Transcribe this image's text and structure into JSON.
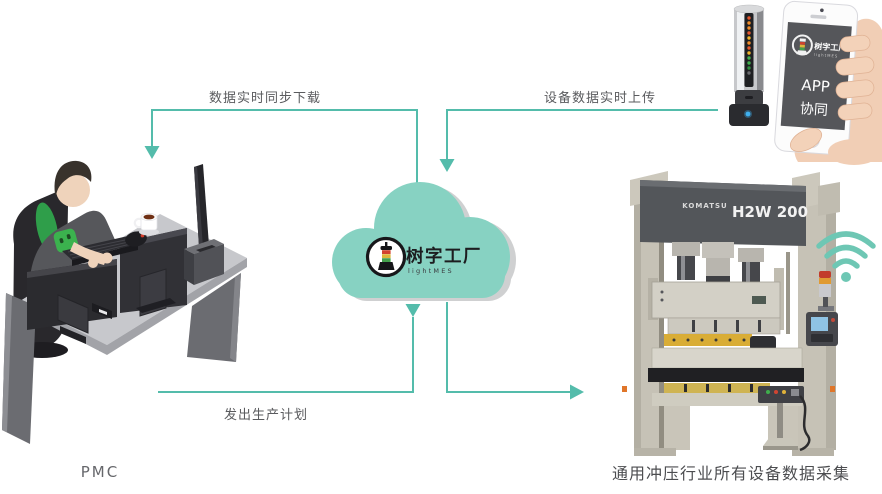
{
  "colors": {
    "accent_teal": "#54bcab",
    "cloud_fill": "#87d2c2",
    "label_gray": "#5a5b5e"
  },
  "flows": {
    "download_label": "数据实时同步下载",
    "upload_label": "设备数据实时上传",
    "plan_label": "发出生产计划"
  },
  "cloud_logo": {
    "brand": "树字工厂",
    "sub": "lightMES"
  },
  "workstation": {
    "label": "PMC"
  },
  "machine": {
    "brand": "KOMATSU",
    "model": "H2W 200",
    "caption": "通用冲压行业所有设备数据采集"
  },
  "phone": {
    "brand": "树字工厂",
    "sub": "lightMES",
    "app": "APP",
    "coop": "协同"
  }
}
